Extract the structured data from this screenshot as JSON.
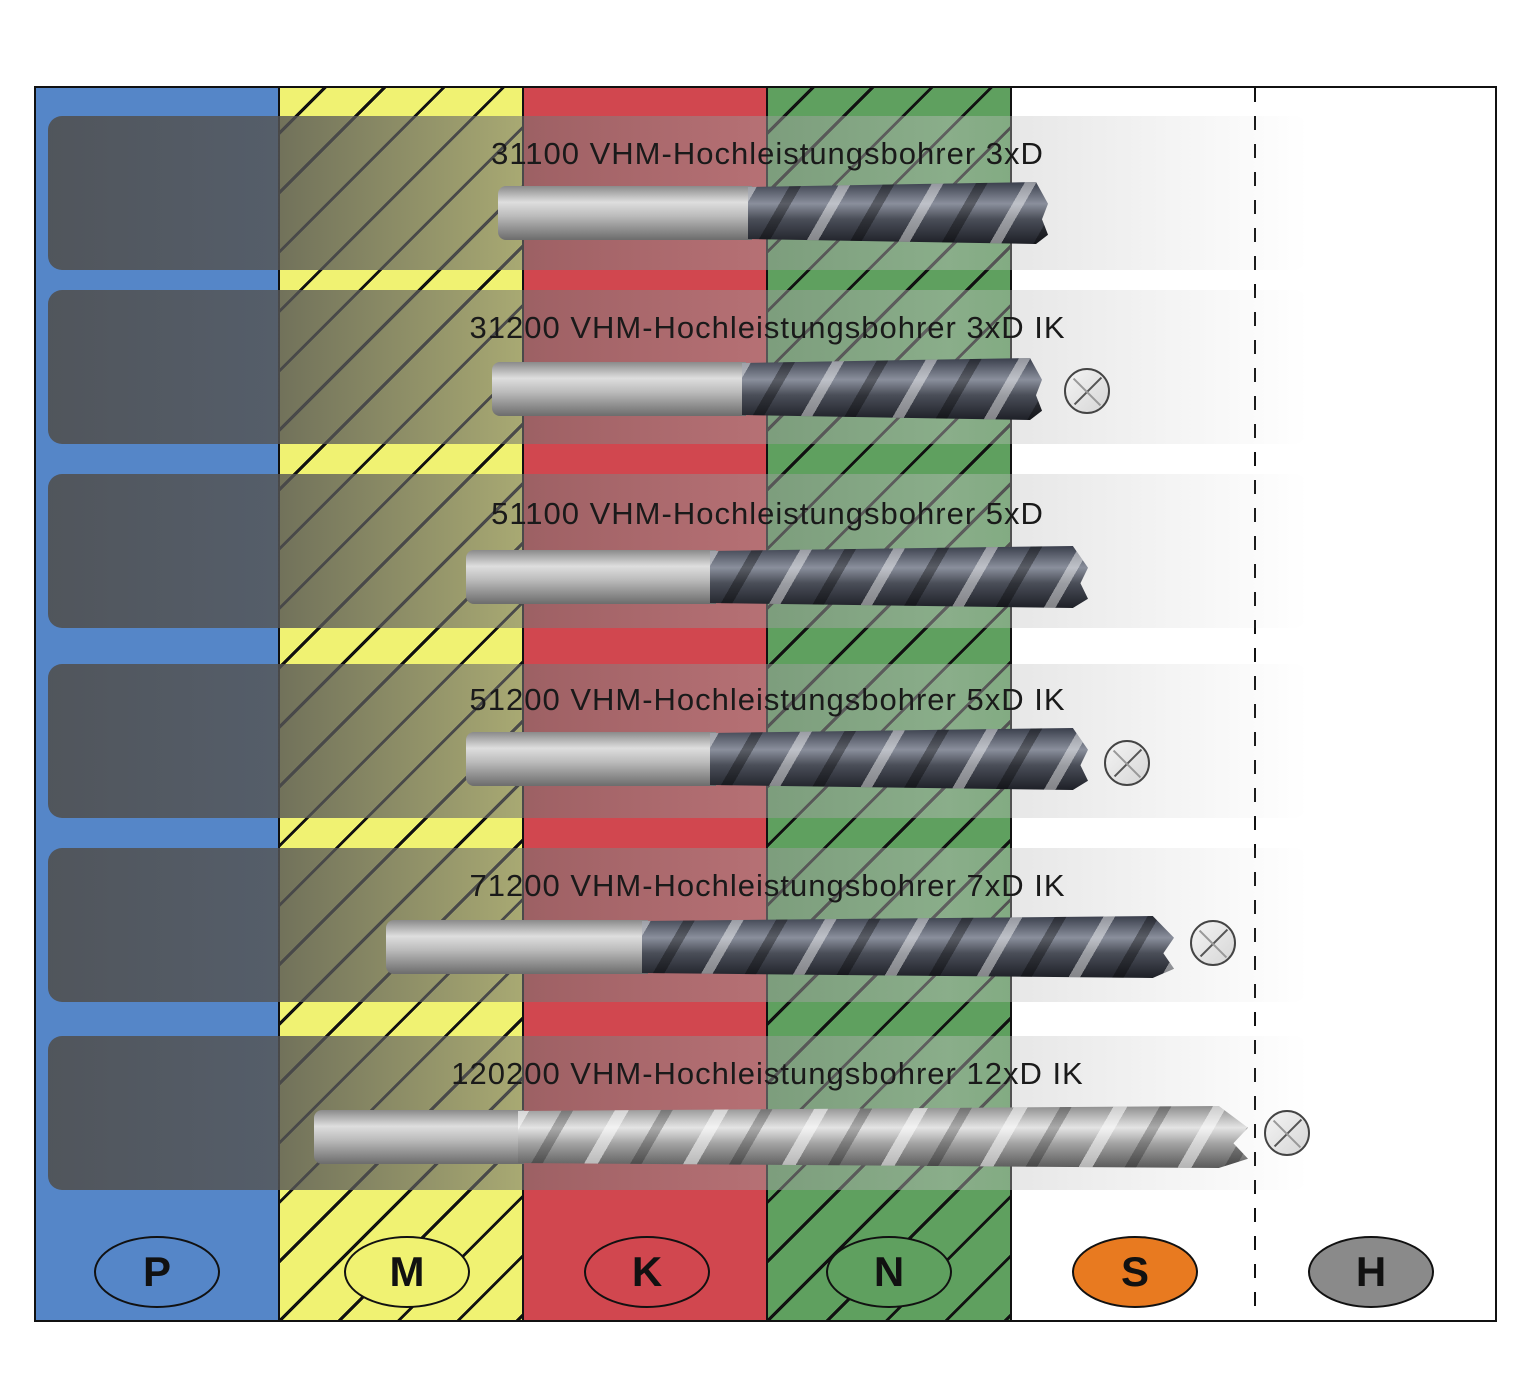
{
  "materials": [
    {
      "id": "P",
      "label": "P",
      "color": "#5586c8",
      "badge_color": "#5586c8"
    },
    {
      "id": "M",
      "label": "M",
      "color": "#f0f272",
      "badge_color": "#f0f272"
    },
    {
      "id": "K",
      "label": "K",
      "color": "#d1474f",
      "badge_color": "#d1474f"
    },
    {
      "id": "N",
      "label": "N",
      "color": "#5fa05f",
      "badge_color": "#5fa05f"
    },
    {
      "id": "S",
      "label": "S",
      "color": "#ffffff",
      "badge_color": "#e87a20"
    },
    {
      "id": "H",
      "label": "H",
      "color": "#ffffff",
      "badge_color": "#8a8a8a"
    }
  ],
  "products": [
    {
      "title": "31100 VHM-Hochleistungsbohrer 3xD",
      "coolant": false
    },
    {
      "title": "31200 VHM-Hochleistungsbohrer 3xD IK",
      "coolant": true
    },
    {
      "title": "51100 VHM-Hochleistungsbohrer 5xD",
      "coolant": false
    },
    {
      "title": "51200 VHM-Hochleistungsbohrer 5xD IK",
      "coolant": true
    },
    {
      "title": "71200 VHM-Hochleistungsbohrer 7xD IK",
      "coolant": true
    },
    {
      "title": "120200 VHM-Hochleistungsbohrer 12xD IK",
      "coolant": true
    }
  ]
}
